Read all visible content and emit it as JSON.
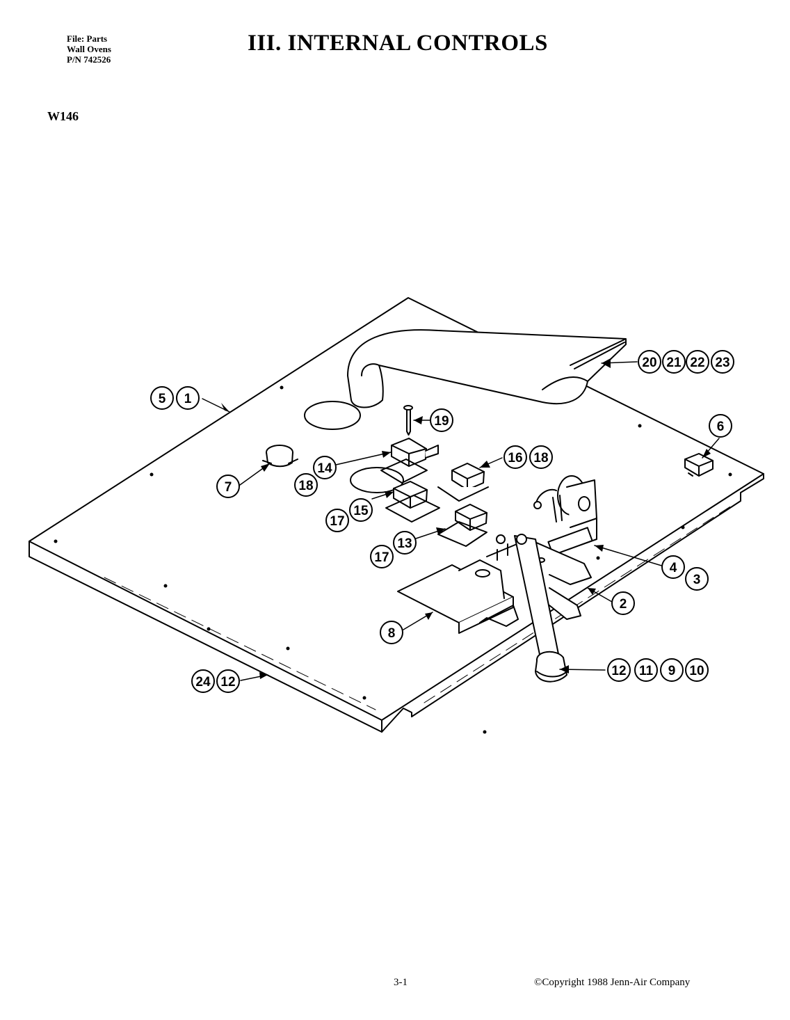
{
  "document": {
    "file_line": "File: Parts",
    "product_line": "Wall Ovens",
    "part_number_line": "P/N 742526",
    "title": "III. INTERNAL CONTROLS",
    "model": "W146",
    "page_number": "3-1",
    "copyright": "©Copyright 1988 Jenn-Air Company"
  },
  "callouts": [
    {
      "id": "c-5",
      "label": "5"
    },
    {
      "id": "c-1",
      "label": "1"
    },
    {
      "id": "c-19",
      "label": "19"
    },
    {
      "id": "c-20",
      "label": "20"
    },
    {
      "id": "c-21",
      "label": "21"
    },
    {
      "id": "c-22",
      "label": "22"
    },
    {
      "id": "c-23",
      "label": "23"
    },
    {
      "id": "c-6",
      "label": "6"
    },
    {
      "id": "c-7",
      "label": "7"
    },
    {
      "id": "c-14",
      "label": "14"
    },
    {
      "id": "c-18a",
      "label": "18"
    },
    {
      "id": "c-16",
      "label": "16"
    },
    {
      "id": "c-18b",
      "label": "18"
    },
    {
      "id": "c-17a",
      "label": "17"
    },
    {
      "id": "c-15",
      "label": "15"
    },
    {
      "id": "c-17b",
      "label": "17"
    },
    {
      "id": "c-13",
      "label": "13"
    },
    {
      "id": "c-4",
      "label": "4"
    },
    {
      "id": "c-3",
      "label": "3"
    },
    {
      "id": "c-2",
      "label": "2"
    },
    {
      "id": "c-8",
      "label": "8"
    },
    {
      "id": "c-24",
      "label": "24"
    },
    {
      "id": "c-12a",
      "label": "12"
    },
    {
      "id": "c-12b",
      "label": "12"
    },
    {
      "id": "c-11",
      "label": "11"
    },
    {
      "id": "c-9",
      "label": "9"
    },
    {
      "id": "c-10",
      "label": "10"
    }
  ]
}
